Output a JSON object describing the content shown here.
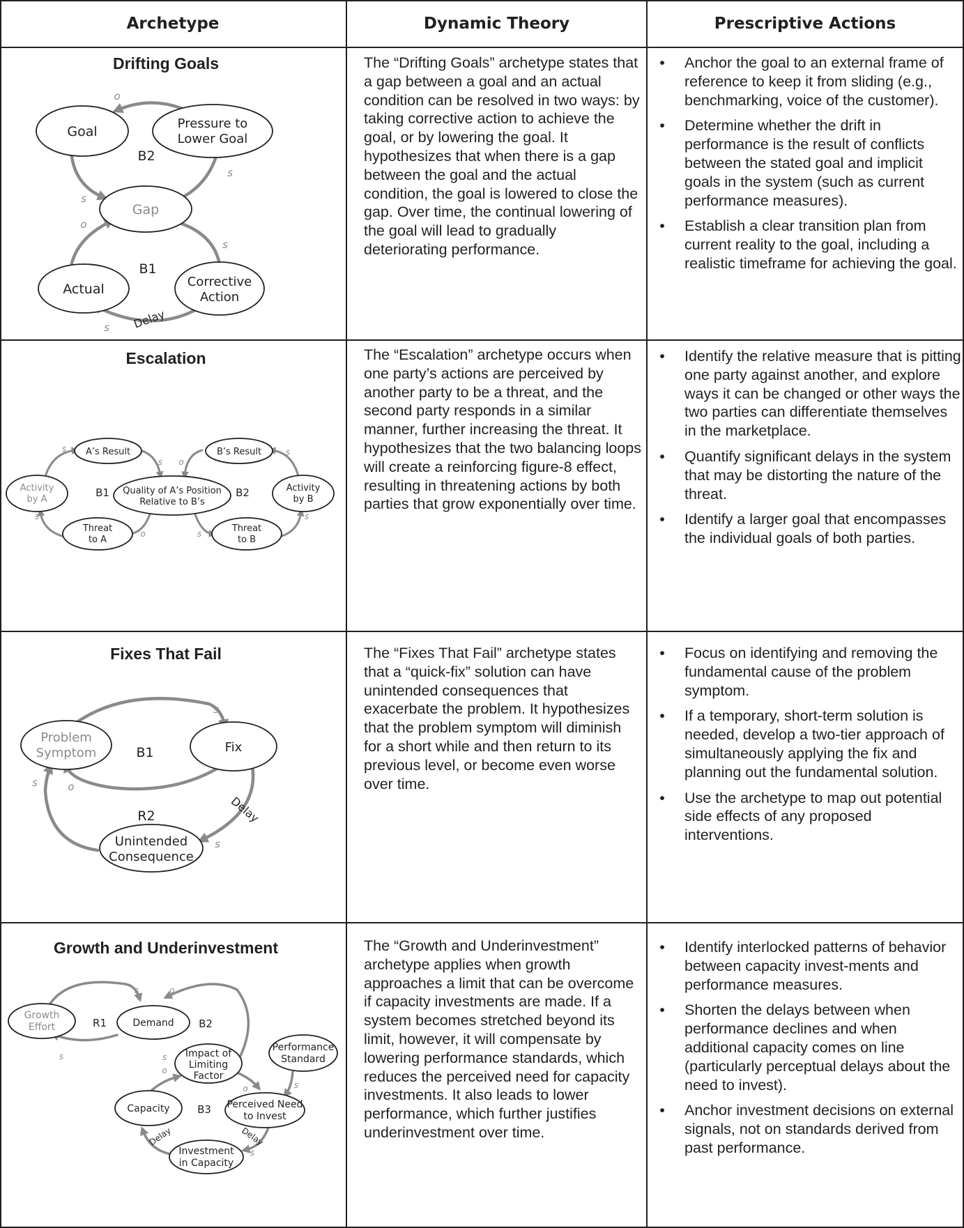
{
  "headers": {
    "archetype": "Archetype",
    "theory": "Dynamic Theory",
    "actions": "Prescriptive Actions"
  },
  "rows": [
    {
      "title": "Drifting Goals",
      "theory": "The “Drifting Goals” archetype states that a gap between a goal and an actual condition can be resolved in two ways: by taking corrective action to achieve the goal, or by lowering the goal. It hypothesizes that when there is a gap between the goal and the actual condition, the goal is lowered to close the gap. Over time, the continual lowering of the goal will lead to gradually deteriorating performance.",
      "actions": [
        "Anchor the goal to an external frame of reference to keep it from sliding (e.g., benchmarking, voice of the customer).",
        "Determine whether the drift in performance is the result of conflicts between the stated goal and implicit goals in the system (such as current performance measures).",
        "Establish a clear transition plan from current reality to the goal, including a realistic timeframe for achieving the goal."
      ],
      "diagram": {
        "goal": "Goal",
        "pressure_1": "Pressure to",
        "pressure_2": "Lower Goal",
        "gap": "Gap",
        "actual": "Actual",
        "corrective_1": "Corrective",
        "corrective_2": "Action",
        "loop_b2": "B2",
        "loop_b1": "B1",
        "delay": "Delay",
        "pol_o": "o",
        "pol_s": "s"
      }
    },
    {
      "title": "Escalation",
      "theory": "The “Escalation” archetype occurs when one party’s actions are perceived by another party to be a threat, and the second party responds in a similar manner, further increasing the threat. It hypothesizes that the two balancing loops will create a reinforcing figure-8 effect, resulting in threatening actions by both parties that grow exponentially over time.",
      "actions": [
        "Identify the relative measure that is pitting one party against another, and explore ways it can be changed or other ways the two parties can differentiate themselves in the marketplace.",
        "Quantify significant delays in the system that may be distorting the nature of the threat.",
        "Identify a larger goal that encompasses the individual goals of both parties."
      ],
      "diagram": {
        "a_result": "A’s Result",
        "b_result": "B’s Result",
        "activity_a_1": "Activity",
        "activity_a_2": "by A",
        "activity_b_1": "Activity",
        "activity_b_2": "by B",
        "quality_1": "Quality of A’s Position",
        "quality_2": "Relative to B’s",
        "threat_a_1": "Threat",
        "threat_a_2": "to A",
        "threat_b_1": "Threat",
        "threat_b_2": "to B",
        "loop_b1": "B1",
        "loop_b2": "B2",
        "pol_o": "o",
        "pol_s": "s"
      }
    },
    {
      "title": "Fixes That Fail",
      "theory": "The “Fixes That Fail” archetype states that a “quick-fix” solution can have unintended consequences that exacerbate the problem. It hypothesizes that the problem symptom will diminish for a short while and then return to its previous level, or become even worse over time.",
      "actions": [
        "Focus on identifying and removing the fundamental cause of the problem symptom.",
        "If a temporary, short-term solution is needed, develop a two-tier approach of simultaneously applying the fix and planning out the fundamental solution.",
        "Use the archetype to map out potential side effects of any proposed interventions."
      ],
      "diagram": {
        "problem_1": "Problem",
        "problem_2": "Symptom",
        "fix": "Fix",
        "unintended_1": "Unintended",
        "unintended_2": "Consequence",
        "loop_b1": "B1",
        "loop_r2": "R2",
        "delay": "Delay",
        "pol_o": "o",
        "pol_s": "s"
      }
    },
    {
      "title": "Growth and Underinvestment",
      "theory": "The “Growth and Underinvestment” archetype applies when growth approaches a limit that can be overcome if capacity investments are made. If a system becomes stretched beyond its limit, however, it will compensate by lowering performance standards, which reduces the perceived need for capacity investments. It also leads to lower performance, which further justifies underinvestment over time.",
      "actions": [
        "Identify interlocked patterns of behavior between capacity invest-ments and performance measures.",
        "Shorten the delays between when performance declines and when additional capacity comes on line (particularly perceptual delays about the need to invest).",
        "Anchor investment decisions on external signals, not on standards derived from past performance."
      ],
      "diagram": {
        "growth_1": "Growth",
        "growth_2": "Effort",
        "demand": "Demand",
        "impact_1": "Impact of",
        "impact_2": "Limiting",
        "impact_3": "Factor",
        "perf_1": "Performance",
        "perf_2": "Standard",
        "capacity": "Capacity",
        "perceived_1": "Perceived Need",
        "perceived_2": "to Invest",
        "invest_1": "Investment",
        "invest_2": "in Capacity",
        "loop_r1": "R1",
        "loop_b2": "B2",
        "loop_b3": "B3",
        "delay": "Delay",
        "pol_o": "o",
        "pol_s": "s"
      }
    }
  ]
}
